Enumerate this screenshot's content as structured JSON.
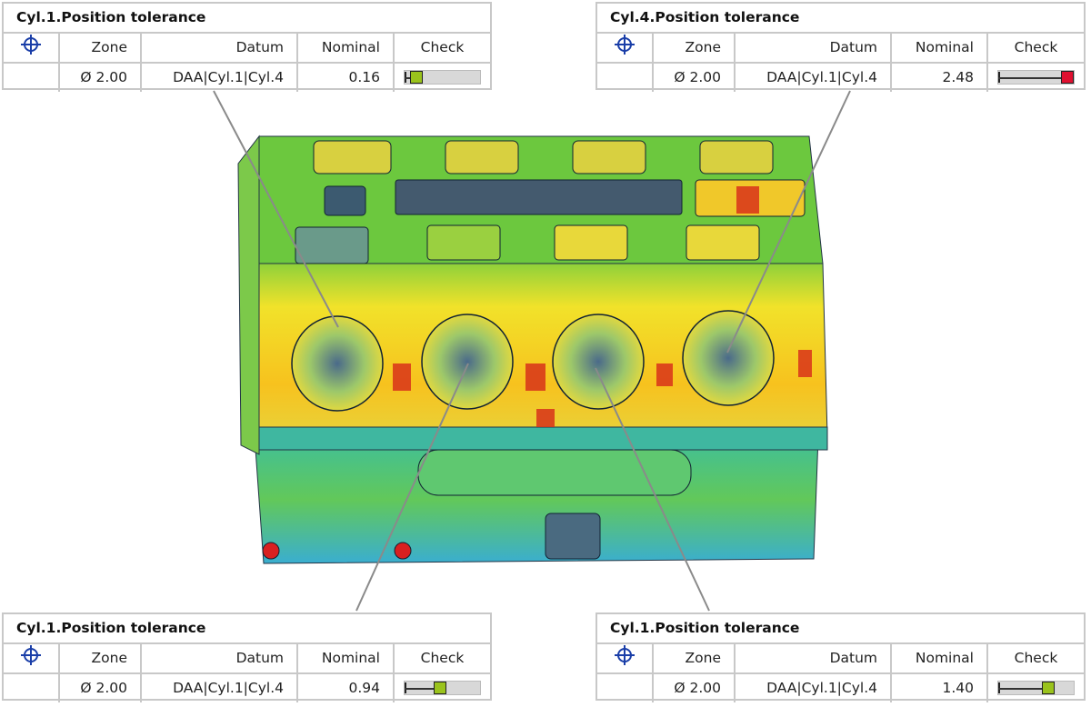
{
  "callouts": [
    {
      "id": "top-left",
      "title": "Cyl.1.Position tolerance",
      "headers": {
        "zone": "Zone",
        "datum": "Datum",
        "nominal": "Nominal",
        "check": "Check"
      },
      "zone": "Ø 2.00",
      "datum": "DAA|Cyl.1|Cyl.4",
      "nominal": "0.16",
      "check_ratio": 0.08,
      "check_color": "#9ac31c"
    },
    {
      "id": "top-right",
      "title": "Cyl.4.Position tolerance",
      "headers": {
        "zone": "Zone",
        "datum": "Datum",
        "nominal": "Nominal",
        "check": "Check"
      },
      "zone": "Ø 2.00",
      "datum": "DAA|Cyl.1|Cyl.4",
      "nominal": "2.48",
      "check_ratio": 1.0,
      "check_color": "#e01030"
    },
    {
      "id": "bottom-left",
      "title": "Cyl.1.Position tolerance",
      "headers": {
        "zone": "Zone",
        "datum": "Datum",
        "nominal": "Nominal",
        "check": "Check"
      },
      "zone": "Ø 2.00",
      "datum": "DAA|Cyl.1|Cyl.4",
      "nominal": "0.94",
      "check_ratio": 0.47,
      "check_color": "#9ac31c"
    },
    {
      "id": "bottom-right",
      "title": "Cyl.1.Position tolerance",
      "headers": {
        "zone": "Zone",
        "datum": "Datum",
        "nominal": "Nominal",
        "check": "Check"
      },
      "zone": "Ø 2.00",
      "datum": "DAA|Cyl.1|Cyl.4",
      "nominal": "1.40",
      "check_ratio": 0.7,
      "check_color": "#9ac31c"
    }
  ],
  "icons": {
    "position": "position-tolerance-crosshair-icon"
  },
  "colors": {
    "border": "#c8c8c8",
    "icon": "#1a3ea8",
    "leader": "#8a8a8a"
  }
}
